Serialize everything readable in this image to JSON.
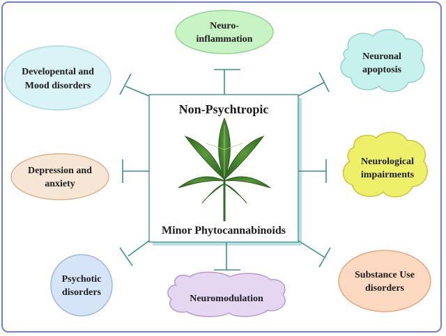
{
  "center": {
    "title": "Non-Psychtropic",
    "subtitle": "Minor Phytocannabinoids",
    "icon": "cannabis-leaf-icon"
  },
  "outcomes": [
    {
      "id": "neuroinflammation",
      "lines": [
        "Neuro-",
        "inflammation"
      ],
      "fill": "#c8f3c4",
      "edge": "#8fd68f"
    },
    {
      "id": "neuronal-apoptosis",
      "lines": [
        "Neuronal",
        "apoptosis"
      ],
      "fill": "#c6f1ec",
      "edge": "#8fd3cb"
    },
    {
      "id": "neurological-impairments",
      "lines": [
        "Neurological",
        "impairments"
      ],
      "fill": "#eef06a",
      "edge": "#c9c43a"
    },
    {
      "id": "substance-use-disorders",
      "lines": [
        "Substance Use",
        "disorders"
      ],
      "fill": "#fcd9c0",
      "edge": "#e6a77e"
    },
    {
      "id": "neuromodulation",
      "lines": [
        "Neuromodulation"
      ],
      "fill": "#e5d6f2",
      "edge": "#b79ad1"
    },
    {
      "id": "psychotic-disorders",
      "lines": [
        "Psychotic",
        "disorders"
      ],
      "fill": "#d5e4f6",
      "edge": "#9bb7de"
    },
    {
      "id": "depression-anxiety",
      "lines": [
        "Depression and",
        "anxiety"
      ],
      "fill": "#f7e6d5",
      "edge": "#dcb48d"
    },
    {
      "id": "developmental-mood",
      "lines": [
        "Developental and",
        "Mood disorders"
      ],
      "fill": "#d9f3f6",
      "edge": "#a8dbe2"
    }
  ],
  "colors": {
    "border": "#6f7fd6",
    "inhibitor": "#3e8e8e",
    "box_edge": "#4f9c9c",
    "box_shadow": "#b9dfe2",
    "leaf": "#3f7d2a"
  }
}
